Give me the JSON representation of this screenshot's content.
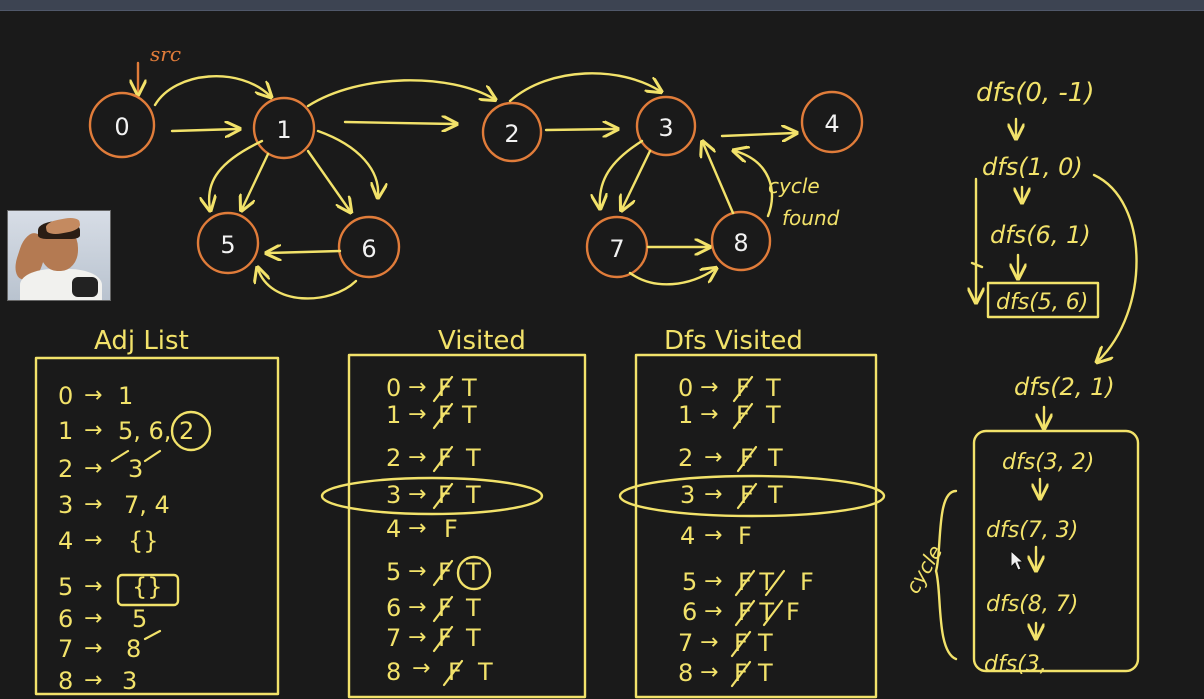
{
  "graph": {
    "source_label": "src",
    "nodes": [
      "0",
      "1",
      "2",
      "3",
      "4",
      "5",
      "6",
      "7",
      "8"
    ],
    "cycle_note": [
      "cycle",
      "found"
    ]
  },
  "adj_list": {
    "title": "Adj List",
    "rows": [
      {
        "node": "0",
        "value": "1"
      },
      {
        "node": "1",
        "value": "5, 6, 2"
      },
      {
        "node": "2",
        "value": "3"
      },
      {
        "node": "3",
        "value": "7, 4"
      },
      {
        "node": "4",
        "value": "{}"
      },
      {
        "node": "5",
        "value": "{}"
      },
      {
        "node": "6",
        "value": "5"
      },
      {
        "node": "7",
        "value": "8"
      },
      {
        "node": "8",
        "value": "3"
      }
    ]
  },
  "visited": {
    "title": "Visited",
    "rows": [
      {
        "node": "0",
        "old": "F",
        "new": "T"
      },
      {
        "node": "1",
        "old": "F",
        "new": "T"
      },
      {
        "node": "2",
        "old": "F",
        "new": "T"
      },
      {
        "node": "3",
        "old": "F",
        "new": "T"
      },
      {
        "node": "4",
        "old": "",
        "new": "F"
      },
      {
        "node": "5",
        "old": "F",
        "new": "T"
      },
      {
        "node": "6",
        "old": "F",
        "new": "T"
      },
      {
        "node": "7",
        "old": "F",
        "new": "T"
      },
      {
        "node": "8",
        "old": "F",
        "new": "T"
      }
    ]
  },
  "dfs_visited": {
    "title": "Dfs Visited",
    "rows": [
      {
        "node": "0",
        "old": "F",
        "new": "T"
      },
      {
        "node": "1",
        "old": "F",
        "new": "T"
      },
      {
        "node": "2",
        "old": "F",
        "new": "T"
      },
      {
        "node": "3",
        "old": "F",
        "new": "T"
      },
      {
        "node": "4",
        "old": "",
        "new": "F"
      },
      {
        "node": "5",
        "old": "F T",
        "new": "F"
      },
      {
        "node": "6",
        "old": "F T",
        "new": "F"
      },
      {
        "node": "7",
        "old": "F",
        "new": "T"
      },
      {
        "node": "8",
        "old": "F",
        "new": "T"
      }
    ]
  },
  "call_stack": {
    "calls": [
      "dfs(0, -1)",
      "dfs(1, 0)",
      "dfs(6, 1)",
      "dfs(5, 6)",
      "dfs(2, 1)",
      "dfs(3, 2)",
      "dfs(7, 3)",
      "dfs(8, 7)",
      "dfs(3,"
    ],
    "cycle_label": "cycle"
  },
  "colors": {
    "ink": "#f2e26a",
    "node_stroke": "#e07c3a",
    "background": "#1a1a1a",
    "top_bar": "#3d4452"
  }
}
